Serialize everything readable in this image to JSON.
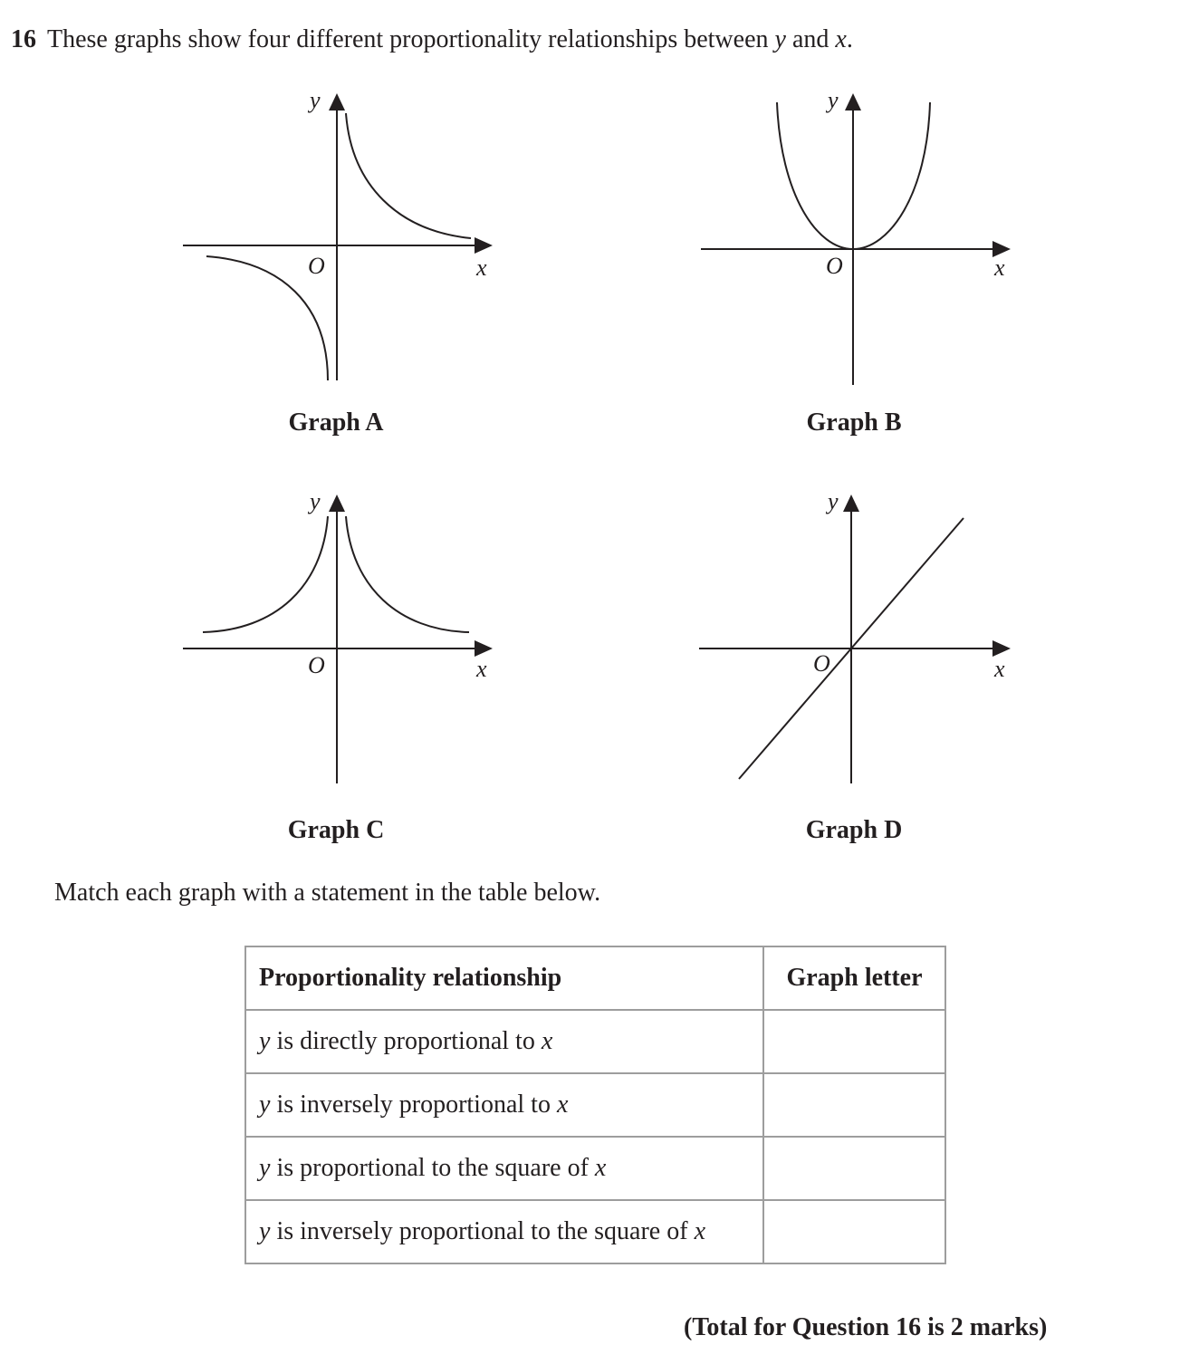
{
  "question": {
    "number": "16",
    "text_prefix": "These graphs show four different proportionality relationships between ",
    "var_y": "y",
    "text_and": " and ",
    "var_x": "x",
    "text_end": "."
  },
  "graphs": [
    {
      "title": "Graph A",
      "y_label": "y",
      "x_label": "x",
      "origin_label": "O",
      "curve": "y = k/x"
    },
    {
      "title": "Graph B",
      "y_label": "y",
      "x_label": "x",
      "origin_label": "O",
      "curve": "y = kx^2"
    },
    {
      "title": "Graph C",
      "y_label": "y",
      "x_label": "x",
      "origin_label": "O",
      "curve": "y = k/x^2"
    },
    {
      "title": "Graph D",
      "y_label": "y",
      "x_label": "x",
      "origin_label": "O",
      "curve": "y = kx"
    }
  ],
  "instruction": "Match each graph with a statement in the table below.",
  "table": {
    "headers": [
      "Proportionality relationship",
      "Graph letter"
    ],
    "rows": [
      {
        "var": "y",
        "text": " is directly proportional to ",
        "end_var": "x",
        "answer": ""
      },
      {
        "var": "y",
        "text": " is inversely proportional to ",
        "end_var": "x",
        "answer": ""
      },
      {
        "var": "y",
        "text": " is proportional to the square of ",
        "end_var": "x",
        "answer": ""
      },
      {
        "var": "y",
        "text": " is inversely proportional to the square of ",
        "end_var": "x",
        "answer": ""
      }
    ]
  },
  "total": "(Total for Question 16 is 2 marks)"
}
